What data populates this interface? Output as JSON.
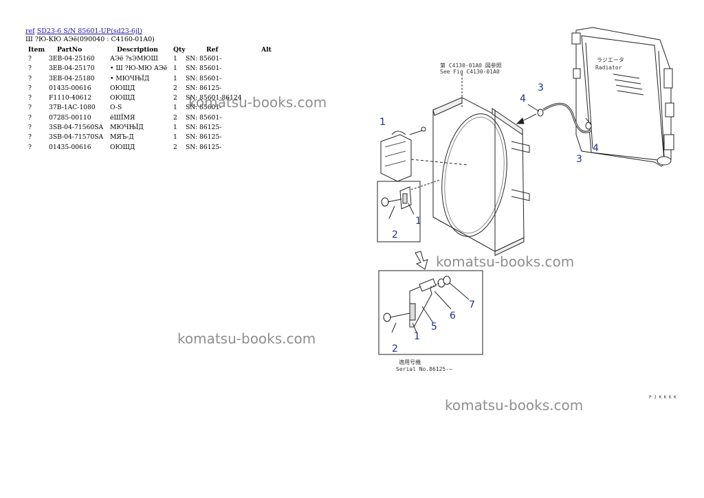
{
  "header": {
    "ref_link": "ref",
    "model_link": "SD23-6 S/N 85601-UP(sd23-6jl)",
    "title": "Ш ?Ю-КЮ АЭё(090040 : C4160-01A0)"
  },
  "table": {
    "columns": [
      "Item",
      "PartNo",
      "Description",
      "Qty",
      "Ref",
      "Alt"
    ],
    "rows": [
      {
        "item": "?",
        "partno": "3EB-04-25160",
        "desc": "АЭё ?ѕЭМЮШ",
        "qty": "1",
        "ref": "SN: 85601-",
        "alt": ""
      },
      {
        "item": "?",
        "partno": "3EB-04-25170",
        "desc": "• Ш ?Ю-МЮ АЭё",
        "qty": "1",
        "ref": "SN: 85601-",
        "alt": ""
      },
      {
        "item": "?",
        "partno": "3EB-04-25180",
        "desc": "• МЮЧЊЇД",
        "qty": "1",
        "ref": "SN: 85601-",
        "alt": ""
      },
      {
        "item": "?",
        "partno": "01435-00616",
        "desc": "ОЮЩД",
        "qty": "2",
        "ref": "SN: 86125-",
        "alt": ""
      },
      {
        "item": "?",
        "partno": "F1110-40612",
        "desc": "ОЮЩД",
        "qty": "2",
        "ref": "SN: 85601-86124",
        "alt": ""
      },
      {
        "item": "?",
        "partno": "37B-1AC-1080",
        "desc": "O-S",
        "qty": "1",
        "ref": "SN: 85601-",
        "alt": ""
      },
      {
        "item": "?",
        "partno": "07285-00110",
        "desc": "ёШЇМЯ",
        "qty": "2",
        "ref": "SN: 85601-",
        "alt": ""
      },
      {
        "item": "?",
        "partno": "3SB-04-71560SA",
        "desc": "МЮЧЊЇД",
        "qty": "1",
        "ref": "SN: 86125-",
        "alt": ""
      },
      {
        "item": "?",
        "partno": "3SB-04-71570SA",
        "desc": "МЯЪ-Д",
        "qty": "1",
        "ref": "SN: 86125-",
        "alt": ""
      },
      {
        "item": "?",
        "partno": "01435-00616",
        "desc": "ОЮЩД",
        "qty": "2",
        "ref": "SN: 86125-",
        "alt": ""
      }
    ]
  },
  "watermark": "komatsu-books.com",
  "diagram": {
    "callouts": [
      "1",
      "2",
      "3",
      "4",
      "5",
      "6",
      "7"
    ],
    "see_fig_jp": "第 C4130-01A0 図参照",
    "see_fig": "See Fig C4130-01A0",
    "radiator_jp": "ラジエータ",
    "radiator": "Radiator",
    "serial_jp": "適用号機",
    "serial": "Serial No.86125-~",
    "corner_code": "P J K K K K"
  }
}
